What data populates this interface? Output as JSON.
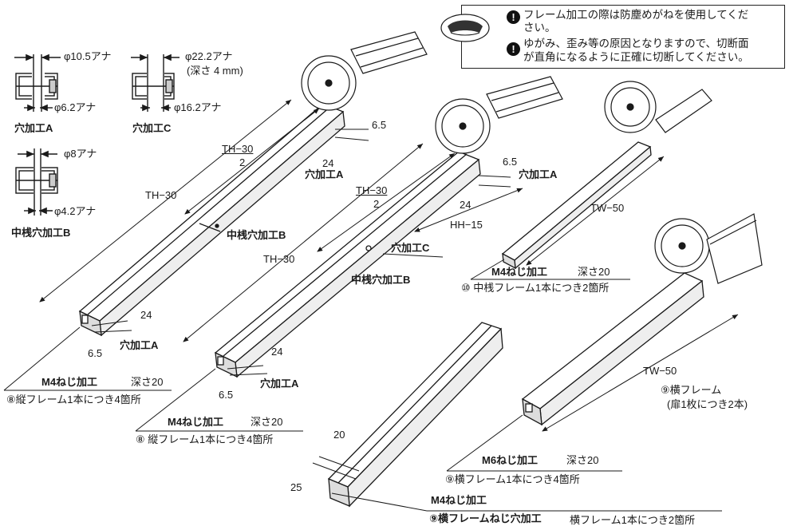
{
  "notice": {
    "icon": "goggles-icon",
    "line1": "フレーム加工の際は防塵めがねを使用してください。",
    "line1a": "フレーム加工の際は防塵めがねを使用してくだ",
    "line1b": "さい。",
    "line2a": "ゆがみ、歪み等の原因となりますので、切断面",
    "line2b": "が直角になるように正確に切断してください。"
  },
  "holes": {
    "a_top": "φ10.5アナ",
    "a_bottom": "φ6.2アナ",
    "a_label": "穴加工A",
    "c_top": "φ22.2アナ",
    "c_depth": "(深さ 4 mm)",
    "c_bottom": "φ16.2アナ",
    "c_label": "穴加工C",
    "b_top": "φ8アナ",
    "b_bottom": "φ4.2アナ",
    "b_label": "中桟穴加工B"
  },
  "frame1": {
    "th30_frac_top": "TH−30",
    "th30_frac_bottom": "2",
    "th30": "TH−30",
    "dim65": "6.5",
    "dim24": "24",
    "hole_a": "穴加工A",
    "hole_b": "中桟穴加工B",
    "dim24_b": "24",
    "dim65_b": "6.5",
    "hole_a_b": "穴加工A",
    "m4": "M4ねじ加工",
    "depth": "深さ20",
    "caption": "⑧縦フレーム1本につき4箇所"
  },
  "frame2": {
    "th30_frac_top": "TH−30",
    "th30_frac_bottom": "2",
    "th30": "TH−30",
    "dim65": "6.5",
    "hole_a": "穴加工A",
    "dim24": "24",
    "hh15": "HH−15",
    "hole_c": "穴加工C",
    "hole_b": "中桟穴加工B",
    "dim24_b": "24",
    "dim65_b": "6.5",
    "hole_a_b": "穴加工A",
    "m4": "M4ねじ加工",
    "depth": "深さ20",
    "caption": "⑧ 縦フレーム1本につき4箇所"
  },
  "frame3": {
    "tw50": "TW−50",
    "m4": "M4ねじ加工",
    "depth": "深さ20",
    "caption": "⑩ 中桟フレーム1本につき2箇所"
  },
  "frame4": {
    "tw50": "TW−50",
    "name": "⑨横フレーム",
    "sub": "(扉1枚につき2本)",
    "m6": "M6ねじ加工",
    "depth": "深さ20",
    "caption": "⑨横フレーム1本につき4箇所"
  },
  "frame5": {
    "dim20": "20",
    "dim25": "25",
    "m4": "M4ねじ加工",
    "caption": "⑨横フレームねじ穴加工",
    "caption2": "横フレーム1本につき2箇所"
  },
  "colors": {
    "line": "#1a1a1a",
    "fill_light": "#f2f2f2",
    "fill_mid": "#d8d8d8"
  }
}
